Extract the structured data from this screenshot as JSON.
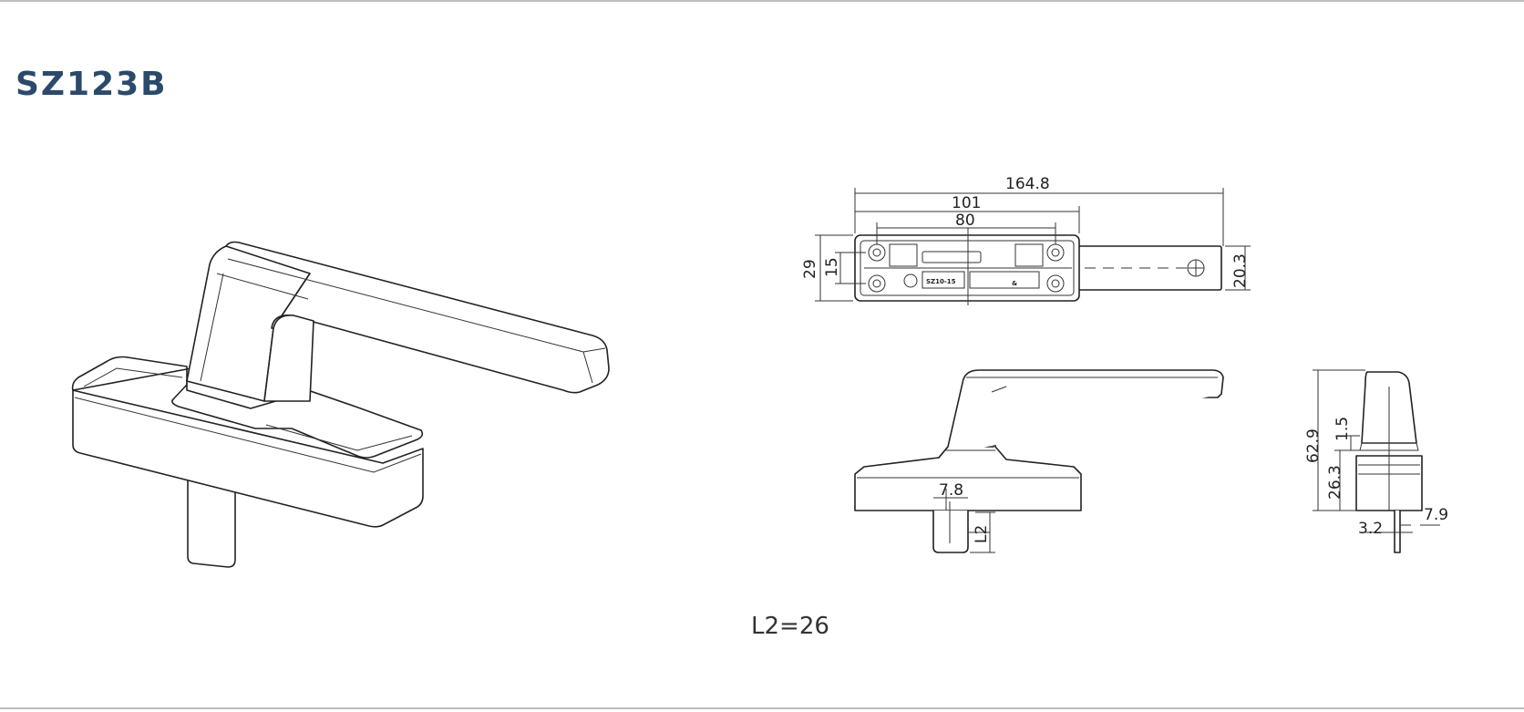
{
  "title": "SZ123B",
  "note": "L2=26",
  "plate_marking": "SZ10-15",
  "plate_glyph": "&",
  "dimensions": {
    "overall_length": "164.8",
    "base_length": "101",
    "hole_spacing": "80",
    "base_width": "29",
    "hole_spacing_vertical": "15",
    "handle_width": "20.3",
    "spindle_width": "7.8",
    "spindle_length": "L2",
    "height": "62.9",
    "collar": "1.5",
    "base_height": "26.3",
    "spindle_side": "7.9",
    "spindle_thickness": "3.2"
  }
}
